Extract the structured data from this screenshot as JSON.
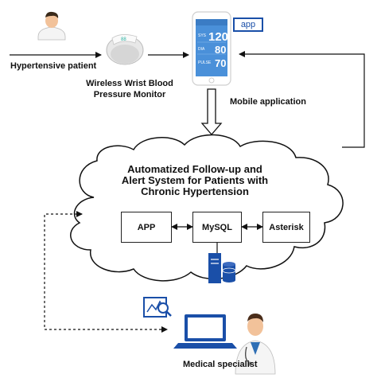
{
  "labels": {
    "patient": "Hypertensive patient",
    "monitor_line1": "Wireless Wrist Blood",
    "monitor_line2": "Pressure Monitor",
    "mobile_app": "Mobile application",
    "medical_specialist": "Medical specialist"
  },
  "phone": {
    "badge": "app",
    "readings": [
      {
        "tag": "SYS",
        "value": "120"
      },
      {
        "tag": "DIA",
        "value": "80"
      },
      {
        "tag": "PULSE",
        "value": "70"
      }
    ]
  },
  "cloud": {
    "title_line1": "Automatized Follow-up and",
    "title_line2": "Alert System for Patients with",
    "title_line3": "Chronic Hypertension",
    "components": [
      "APP",
      "MySQL",
      "Asterisk"
    ]
  },
  "colors": {
    "icon_blue": "#1a4fa8",
    "phone_screen": "#4a90d9",
    "line": "#111111"
  }
}
